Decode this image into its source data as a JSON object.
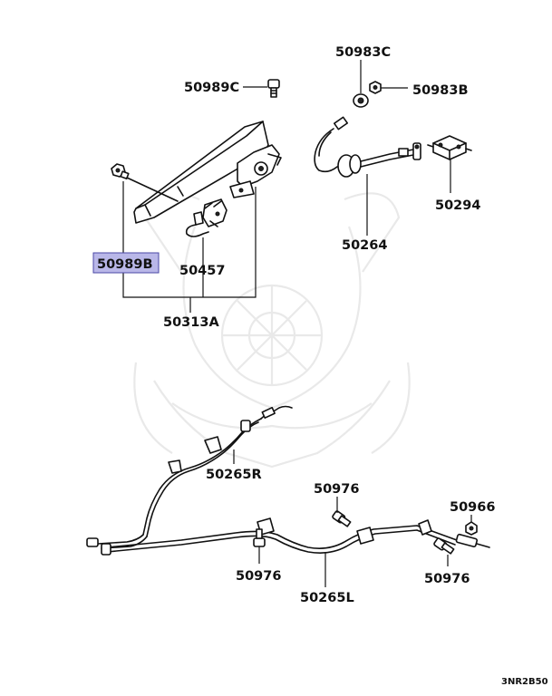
{
  "diagram": {
    "labels": {
      "l50983C": "50983C",
      "l50989C": "50989C",
      "l50983B": "50983B",
      "l50294": "50294",
      "l50264": "50264",
      "l50989B": "50989B",
      "l50457": "50457",
      "l50313A": "50313A",
      "l50265R": "50265R",
      "l50976a": "50976",
      "l50966": "50966",
      "l50976b": "50976",
      "l50976c": "50976",
      "l50265L": "50265L"
    },
    "highlight_color": "#b9b7e8",
    "highlight_border": "#4a47a6",
    "diagram_code": "3NR2B50"
  }
}
